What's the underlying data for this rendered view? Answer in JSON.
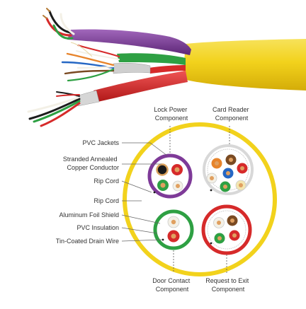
{
  "colors": {
    "jacket_outer": "#f2d21c",
    "purple": "#7e3a98",
    "green": "#2ea043",
    "red": "#d62a2a",
    "wire_orange": "#e7842b",
    "wire_brown": "#7a4a22",
    "wire_blue": "#2567c4",
    "wire_white": "#f3f0e6"
  },
  "labels": {
    "lock_power": [
      "Lock Power",
      "Component"
    ],
    "card_reader": [
      "Card Reader",
      "Component"
    ],
    "door_contact": [
      "Door Contact",
      "Component"
    ],
    "request_exit": [
      "Request to Exit",
      "Component"
    ],
    "pvc_jackets": "PVC Jackets",
    "stranded_conductor": [
      "Stranded Annealed",
      "Copper Conductor"
    ],
    "rip_cord_1": "Rip Cord",
    "rip_cord_2": "Rip Cord",
    "aluminum_foil": "Aluminum Foil Shield",
    "pvc_insulation": "PVC Insulation",
    "drain_wire": "Tin-Coated Drain Wire"
  }
}
